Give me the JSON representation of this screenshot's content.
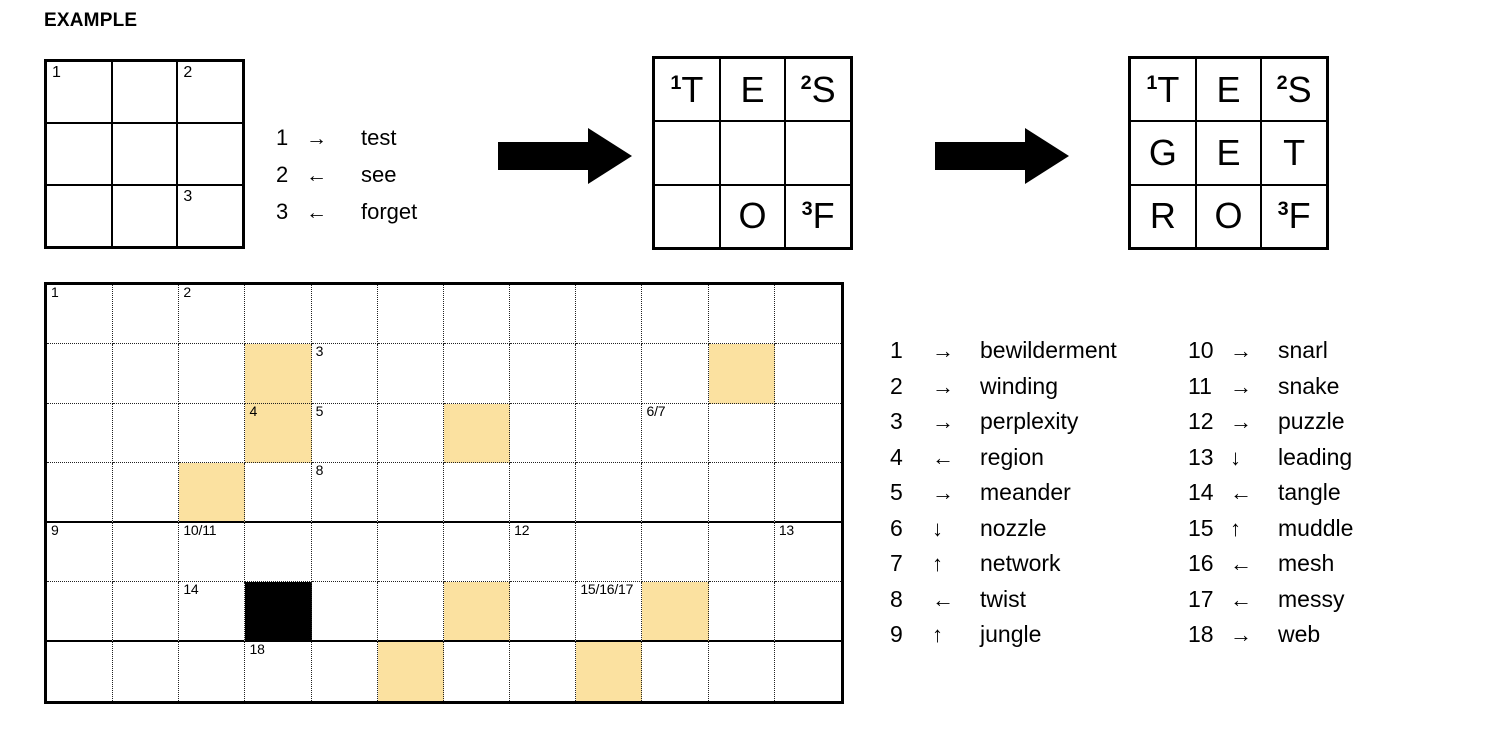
{
  "example": {
    "title": "EXAMPLE",
    "grid_rows": 3,
    "grid_cols": 3,
    "grid1": {
      "numbers": [
        {
          "r": 0,
          "c": 0,
          "n": "1"
        },
        {
          "r": 0,
          "c": 2,
          "n": "2"
        },
        {
          "r": 2,
          "c": 2,
          "n": "3"
        }
      ],
      "letters": []
    },
    "grid2": {
      "numbers": [],
      "letters": [
        {
          "r": 0,
          "c": 0,
          "sup": "1",
          "ch": "T"
        },
        {
          "r": 0,
          "c": 1,
          "sup": "",
          "ch": "E"
        },
        {
          "r": 0,
          "c": 2,
          "sup": "2",
          "ch": "S"
        },
        {
          "r": 2,
          "c": 1,
          "sup": "",
          "ch": "O"
        },
        {
          "r": 2,
          "c": 2,
          "sup": "3",
          "ch": "F"
        }
      ]
    },
    "grid3": {
      "numbers": [],
      "letters": [
        {
          "r": 0,
          "c": 0,
          "sup": "1",
          "ch": "T"
        },
        {
          "r": 0,
          "c": 1,
          "sup": "",
          "ch": "E"
        },
        {
          "r": 0,
          "c": 2,
          "sup": "2",
          "ch": "S"
        },
        {
          "r": 1,
          "c": 0,
          "sup": "",
          "ch": "G"
        },
        {
          "r": 1,
          "c": 1,
          "sup": "",
          "ch": "E"
        },
        {
          "r": 1,
          "c": 2,
          "sup": "",
          "ch": "T"
        },
        {
          "r": 2,
          "c": 0,
          "sup": "",
          "ch": "R"
        },
        {
          "r": 2,
          "c": 1,
          "sup": "",
          "ch": "O"
        },
        {
          "r": 2,
          "c": 2,
          "sup": "3",
          "ch": "F"
        }
      ]
    },
    "clues": [
      {
        "number": "1",
        "arrow": "→",
        "direction": "right",
        "word": "test"
      },
      {
        "number": "2",
        "arrow": "←",
        "direction": "left",
        "word": "see"
      },
      {
        "number": "3",
        "arrow": "←",
        "direction": "left",
        "word": "forget"
      }
    ],
    "arrow1_name": "transform-arrow",
    "arrow2_name": "transform-arrow"
  },
  "puzzle": {
    "grid": {
      "rows": 7,
      "cols": 12,
      "highlight_color": "#FBE1A0",
      "block_color": "#000000",
      "thick_row_separators": [
        3,
        5
      ],
      "highlighted_cells": [
        {
          "r": 1,
          "c": 3
        },
        {
          "r": 1,
          "c": 10
        },
        {
          "r": 2,
          "c": 3
        },
        {
          "r": 2,
          "c": 6
        },
        {
          "r": 3,
          "c": 2
        },
        {
          "r": 5,
          "c": 6
        },
        {
          "r": 5,
          "c": 9
        },
        {
          "r": 6,
          "c": 5
        },
        {
          "r": 6,
          "c": 8
        }
      ],
      "black_cells": [
        {
          "r": 5,
          "c": 3
        }
      ],
      "numbers": [
        {
          "r": 0,
          "c": 0,
          "label": "1"
        },
        {
          "r": 0,
          "c": 2,
          "label": "2"
        },
        {
          "r": 1,
          "c": 4,
          "label": "3"
        },
        {
          "r": 2,
          "c": 3,
          "label": "4"
        },
        {
          "r": 2,
          "c": 4,
          "label": "5"
        },
        {
          "r": 2,
          "c": 9,
          "label": "6/7"
        },
        {
          "r": 3,
          "c": 4,
          "label": "8"
        },
        {
          "r": 4,
          "c": 0,
          "label": "9"
        },
        {
          "r": 4,
          "c": 2,
          "label": "10/11"
        },
        {
          "r": 4,
          "c": 7,
          "label": "12"
        },
        {
          "r": 4,
          "c": 11,
          "label": "13"
        },
        {
          "r": 5,
          "c": 2,
          "label": "14"
        },
        {
          "r": 5,
          "c": 8,
          "label": "15/16/17"
        },
        {
          "r": 6,
          "c": 3,
          "label": "18"
        }
      ]
    },
    "clues_left": [
      {
        "number": "1",
        "arrow": "→",
        "direction": "right",
        "word": "bewilderment"
      },
      {
        "number": "2",
        "arrow": "→",
        "direction": "right",
        "word": "winding"
      },
      {
        "number": "3",
        "arrow": "→",
        "direction": "right",
        "word": "perplexity"
      },
      {
        "number": "4",
        "arrow": "←",
        "direction": "left",
        "word": "region"
      },
      {
        "number": "5",
        "arrow": "→",
        "direction": "right",
        "word": "meander"
      },
      {
        "number": "6",
        "arrow": "↓",
        "direction": "down",
        "word": "nozzle"
      },
      {
        "number": "7",
        "arrow": "↑",
        "direction": "up",
        "word": "network"
      },
      {
        "number": "8",
        "arrow": "←",
        "direction": "left",
        "word": "twist"
      },
      {
        "number": "9",
        "arrow": "↑",
        "direction": "up",
        "word": "jungle"
      }
    ],
    "clues_right": [
      {
        "number": "10",
        "arrow": "→",
        "direction": "right",
        "word": "snarl"
      },
      {
        "number": "11",
        "arrow": "→",
        "direction": "right",
        "word": "snake"
      },
      {
        "number": "12",
        "arrow": "→",
        "direction": "right",
        "word": "puzzle"
      },
      {
        "number": "13",
        "arrow": "↓",
        "direction": "down",
        "word": "leading"
      },
      {
        "number": "14",
        "arrow": "←",
        "direction": "left",
        "word": "tangle"
      },
      {
        "number": "15",
        "arrow": "↑",
        "direction": "up",
        "word": "muddle"
      },
      {
        "number": "16",
        "arrow": "←",
        "direction": "left",
        "word": "mesh"
      },
      {
        "number": "17",
        "arrow": "←",
        "direction": "left",
        "word": "messy"
      },
      {
        "number": "18",
        "arrow": "→",
        "direction": "right",
        "word": "web"
      }
    ]
  }
}
